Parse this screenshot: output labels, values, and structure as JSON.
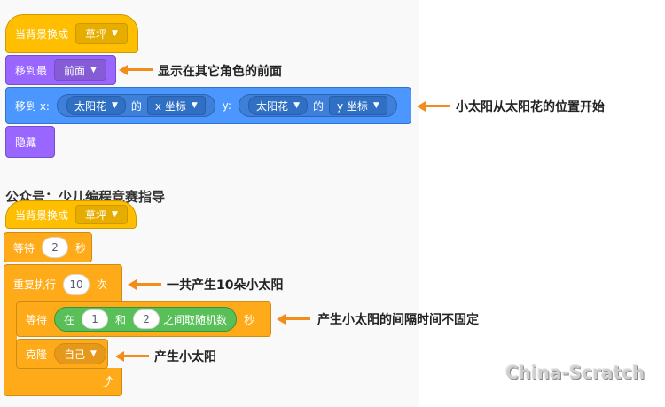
{
  "script1": {
    "when_backdrop": {
      "label": "当背景换成",
      "value": "草坪"
    },
    "go_to_layer": {
      "label": "移到最",
      "value": "前面"
    },
    "go_to_xy": {
      "label": "移到 x:",
      "x_sprite": "太阳花",
      "of1": "的",
      "x_prop": "x 坐标",
      "y_label": "y:",
      "y_sprite": "太阳花",
      "of2": "的",
      "y_prop": "y 坐标"
    },
    "hide": {
      "label": "隐藏"
    }
  },
  "watermark_text": "公众号：少儿编程竞赛指导",
  "script2": {
    "when_backdrop": {
      "label": "当背景换成",
      "value": "草坪"
    },
    "wait": {
      "label": "等待",
      "value": "2",
      "unit": "秒"
    },
    "repeat": {
      "label": "重复执行",
      "value": "10",
      "unit": "次"
    },
    "wait_random": {
      "label": "等待",
      "in": "在",
      "from": "1",
      "and": "和",
      "to": "2",
      "suffix": "之间取随机数",
      "unit": "秒"
    },
    "clone": {
      "label": "克隆",
      "value": "自己"
    },
    "loop_icon": "loop-arrow-icon"
  },
  "annotations": {
    "front": "显示在其它角色的前面",
    "start_pos": "小太阳从太阳花的位置开始",
    "repeat10": "一共产生10朵小太阳",
    "interval": "产生小太阳的间隔时间不固定",
    "clone": "产生小太阳"
  },
  "logo_text": "China-Scratch",
  "colors": {
    "events": "#ffbf00",
    "looks": "#9966ff",
    "motion": "#4c97ff",
    "control": "#ffab19",
    "operators": "#59c059",
    "arrow": "#f28c1d"
  }
}
